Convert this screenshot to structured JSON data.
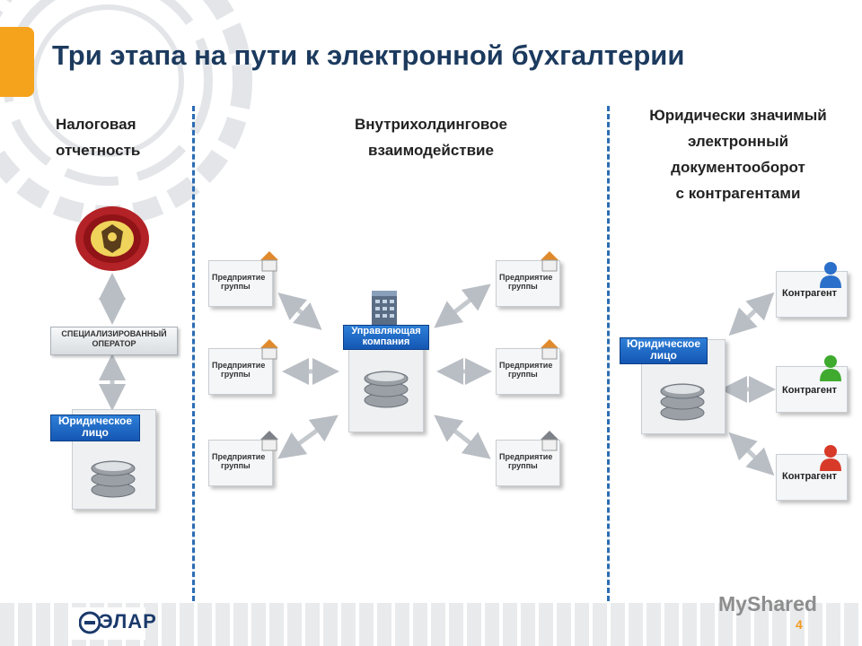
{
  "title": "Три этапа на пути к электронной бухгалтерии",
  "columns": {
    "left": {
      "heading_lines": [
        "Налоговая",
        "отчетность"
      ]
    },
    "middle": {
      "heading_lines": [
        "Внутрихолдинговое",
        "взаимодействие"
      ]
    },
    "right": {
      "heading_lines": [
        "Юридически значимый",
        "электронный",
        "документооборот",
        "с контрагентами"
      ]
    }
  },
  "left_diagram": {
    "operator_lines": [
      "СПЕЦИАЛИЗИРОВАННЫЙ",
      "ОПЕРАТОР"
    ],
    "legal_entity_lines": [
      "Юридическое",
      "лицо"
    ],
    "fns_emblem": "fns-emblem-icon"
  },
  "middle_diagram": {
    "hub_lines": [
      "Управляющая",
      "компания"
    ],
    "group_lines": [
      "Предприятие",
      "группы"
    ],
    "enterprise_count": 6
  },
  "right_diagram": {
    "legal_entity_lines": [
      "Юридическое",
      "лицо"
    ],
    "counterparty_label": "Контрагент",
    "person_colors": [
      "#2a6fc9",
      "#3faa2e",
      "#d83a2a"
    ]
  },
  "footer": {
    "logo_text": "ЭЛАР",
    "watermark": "MyShared",
    "page_number": "4"
  },
  "colors": {
    "title": "#1c3a5e",
    "accent": "#f5a21c",
    "divider": "#2b6cb3",
    "label_blue": "#1a63c4"
  }
}
